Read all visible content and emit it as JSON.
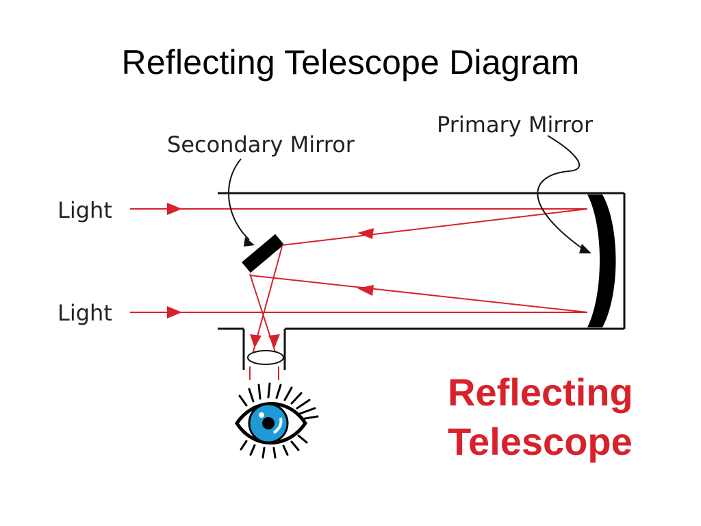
{
  "title": "Reflecting Telescope Diagram",
  "labels": {
    "secondary_mirror": "Secondary Mirror",
    "primary_mirror": "Primary Mirror",
    "light_top": "Light",
    "light_bottom": "Light"
  },
  "caption": {
    "line1": "Reflecting",
    "line2": "Telescope"
  },
  "colors": {
    "light_ray": "#d7222c",
    "caption": "#d7222c",
    "tube": "#000000",
    "eye_iris": "#1e9ad6"
  },
  "icons": [
    "eye-icon",
    "lens-icon",
    "mirror-icon"
  ]
}
